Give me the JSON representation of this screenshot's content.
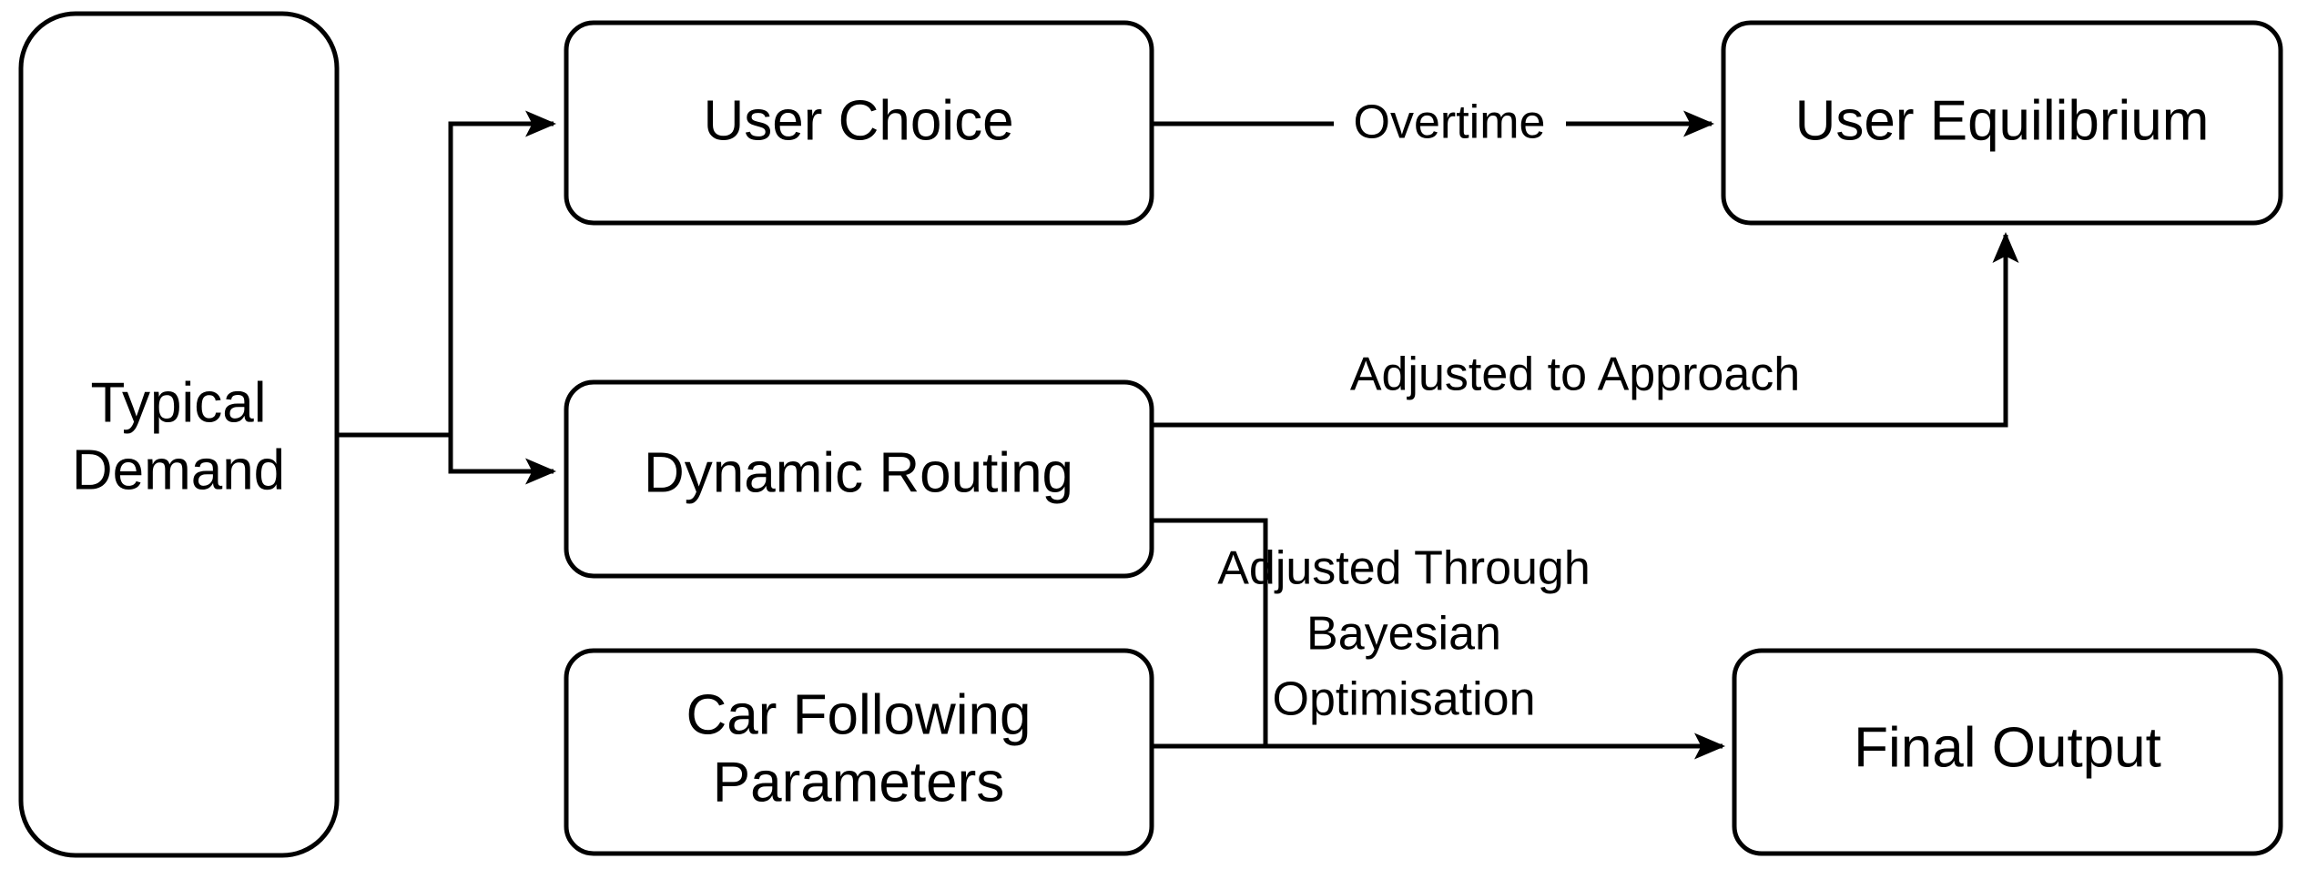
{
  "diagram": {
    "title": "Typical Demand Modelling Flowchart",
    "background_color": "#ffffff",
    "line_color": "#000000",
    "text_color": "#000000",
    "nodes": [
      {
        "id": "typical-demand",
        "label_line1": "Typical",
        "label_line2": "Demand"
      },
      {
        "id": "user-choice",
        "label_line1": "User Choice",
        "label_line2": ""
      },
      {
        "id": "user-equilibrium",
        "label_line1": "User Equilibrium",
        "label_line2": ""
      },
      {
        "id": "dynamic-routing",
        "label_line1": "Dynamic Routing",
        "label_line2": ""
      },
      {
        "id": "car-following",
        "label_line1": "Car Following",
        "label_line2": "Parameters"
      },
      {
        "id": "final-output",
        "label_line1": "Final Output",
        "label_line2": ""
      }
    ],
    "edges": [
      {
        "id": "demand-to-user-choice",
        "from": "typical-demand",
        "to": "user-choice",
        "label": ""
      },
      {
        "id": "demand-to-dynamic-routing",
        "from": "typical-demand",
        "to": "dynamic-routing",
        "label": ""
      },
      {
        "id": "user-choice-to-equilibrium",
        "from": "user-choice",
        "to": "user-equilibrium",
        "label": "Overtime"
      },
      {
        "id": "routing-to-equilibrium",
        "from": "dynamic-routing",
        "to": "user-equilibrium",
        "label": "Adjusted to Approach"
      },
      {
        "id": "routing-to-final-output",
        "from": "dynamic-routing",
        "to": "final-output",
        "label_line1": "Adjusted Through",
        "label_line2": "Bayesian",
        "label_line3": "Optimisation"
      },
      {
        "id": "car-following-to-final-output",
        "from": "car-following",
        "to": "final-output",
        "label": ""
      }
    ]
  }
}
